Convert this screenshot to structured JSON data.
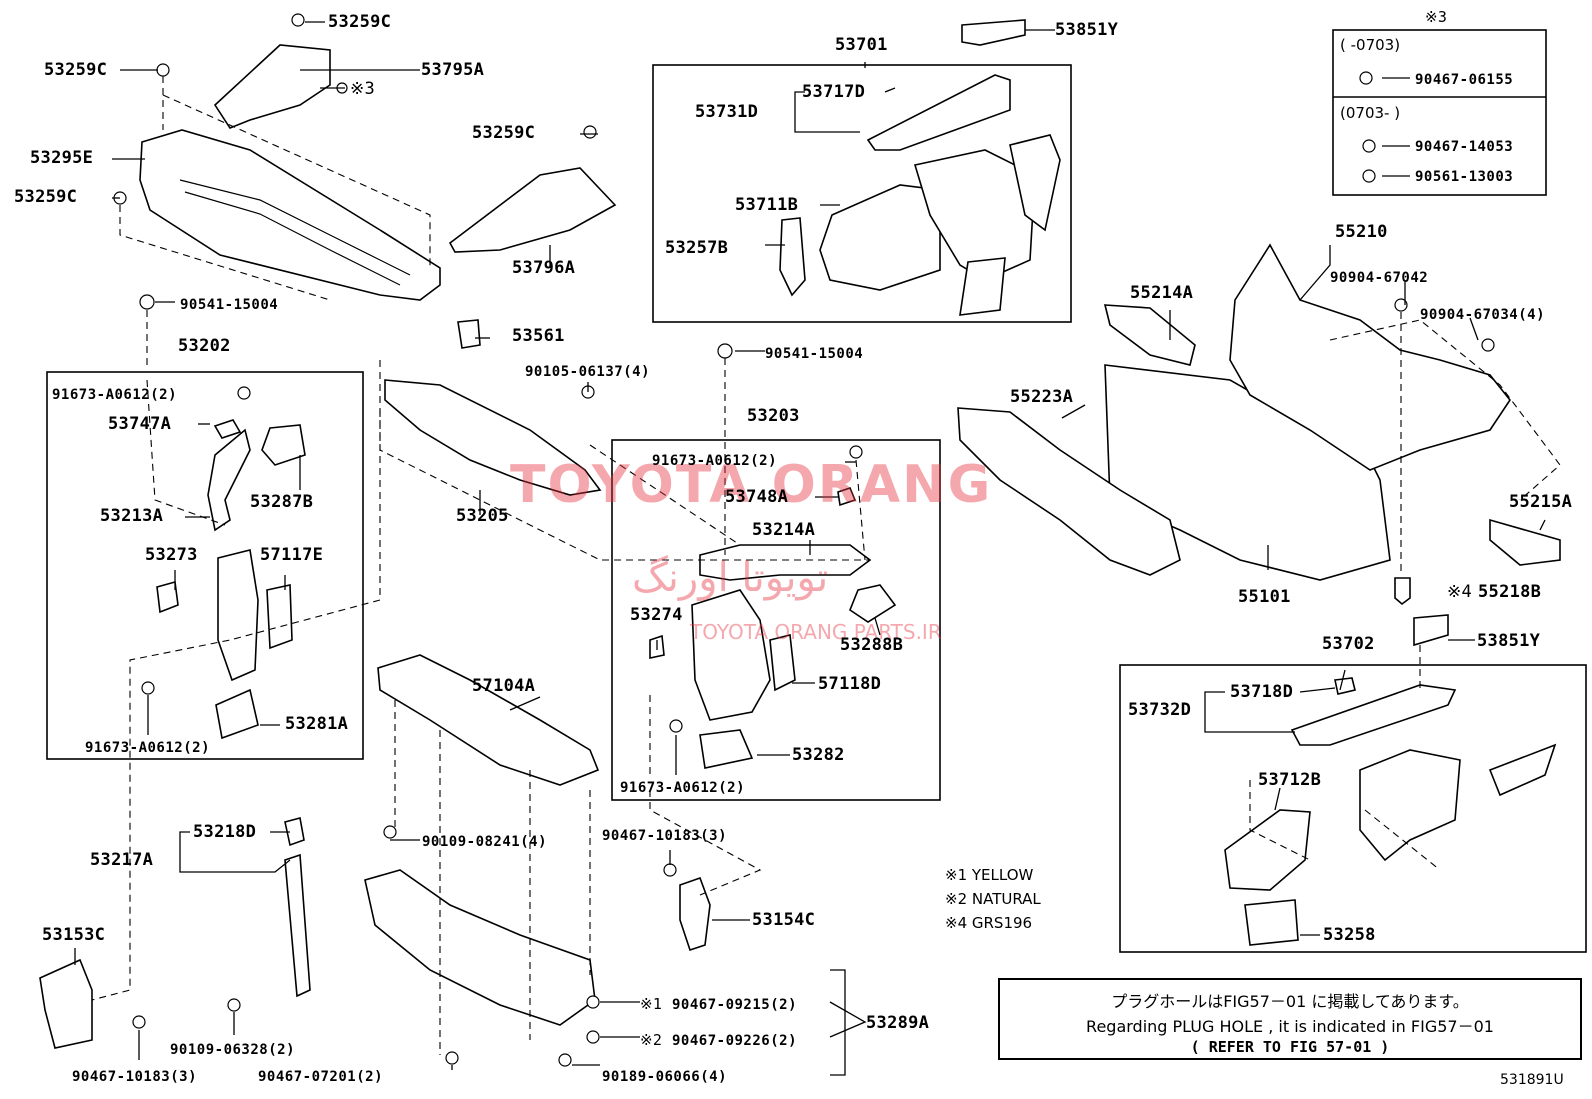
{
  "diagram_code": "531891U",
  "watermark": {
    "line1": "TOYOTA ORANG",
    "line2": "تویوتا اورنگ",
    "line3": "TOYOTA ORANG PARTS.IR"
  },
  "legend": {
    "yellow": "※1 YELLOW",
    "natural": "※2 NATURAL",
    "grs": "※4 GRS196"
  },
  "note": {
    "line1": "プラグホールはFIG57－01 に掲載してあります。",
    "line2": "Regarding  PLUG HOLE , it is indicated in FIG57－01",
    "line3": "( REFER TO FIG 57-01 )"
  },
  "inset_box": {
    "title": "※3",
    "period1": "(      -0703)",
    "part1": "90467-06155",
    "period2": "(0703-      )",
    "part2": "90467-14053",
    "part3": "90561-13003"
  },
  "labels": {
    "p53259c_top": "53259C",
    "p53259c_left": "53259C",
    "p53795a": "53795A",
    "ref3": "※3",
    "p53295e": "53295E",
    "p53259c_left2": "53259C",
    "p53259c_mid": "53259C",
    "p53796a": "53796A",
    "p53701": "53701",
    "p53851y_top": "53851Y",
    "p53731d": "53731D",
    "p53717d": "53717D",
    "p53711b": "53711B",
    "p53257b": "53257B",
    "p55210": "55210",
    "p90904_67042": "90904-67042",
    "p90904_67034": "90904-67034(4)",
    "p55214a": "55214A",
    "p55223a": "55223A",
    "p55215a": "55215A",
    "p55101": "55101",
    "ref4": "※4",
    "p55218b": "55218B",
    "p90541_15004_a": "90541-15004",
    "p53202": "53202",
    "p91673_a0612_a": "91673-A0612(2)",
    "p53747a": "53747A",
    "p53213a": "53213A",
    "p53287b": "53287B",
    "p53273": "53273",
    "p57117e": "57117E",
    "p53281a": "53281A",
    "p91673_a0612_b": "91673-A0612(2)",
    "p53561": "53561",
    "p90105_06137": "90105-06137(4)",
    "p53205": "53205",
    "p90541_15004_b": "90541-15004",
    "p53203": "53203",
    "p91673_a0612_c": "91673-A0612(2)",
    "p53748a": "53748A",
    "p53214a": "53214A",
    "p53274": "53274",
    "p53288b": "53288B",
    "p57118d": "57118D",
    "p53282": "53282",
    "p91673_a0612_d": "91673-A0612(2)",
    "p57104a": "57104A",
    "p90109_08241": "90109-08241(4)",
    "p90467_10183_a": "90467-10183(3)",
    "p53154c": "53154C",
    "p53218d": "53218D",
    "p53217a": "53217A",
    "p53153c": "53153C",
    "p90109_06328": "90109-06328(2)",
    "p90467_10183_b": "90467-10183(3)",
    "p90467_07201": "90467-07201(2)",
    "ref1": "※1",
    "p90467_09215": "90467-09215(2)",
    "ref2": "※2",
    "p90467_09226": "90467-09226(2)",
    "p90189_06066": "90189-06066(4)",
    "p53289a": "53289A",
    "p53702": "53702",
    "p53851y_bot": "53851Y",
    "p53732d": "53732D",
    "p53718d": "53718D",
    "p53712b": "53712B",
    "p53258": "53258"
  }
}
